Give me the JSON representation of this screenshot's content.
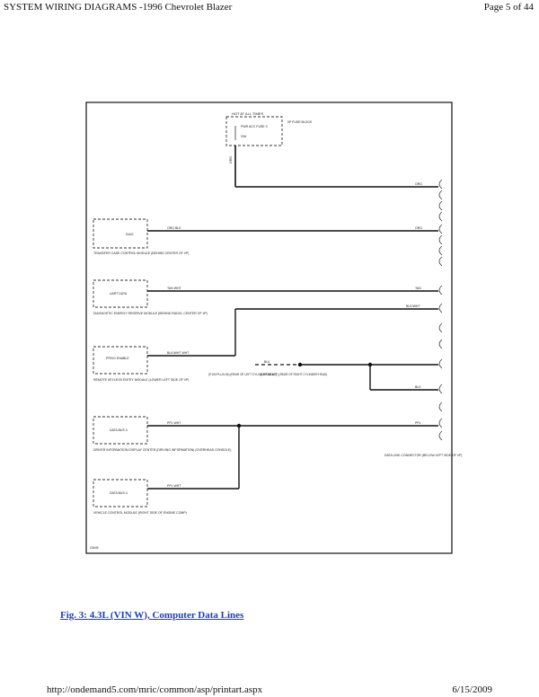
{
  "header": {
    "title": "SYSTEM WIRING DIAGRAMS -1996 Chevrolet Blazer",
    "page": "Page 5 of 44"
  },
  "diagram": {
    "hot": "HOT AT ALL TIMES",
    "fuse_name": "PWR ACC FUSE 3",
    "fuse_amps": "20A",
    "fuse_block": "I/P FUSE BLOCK",
    "wire_hot_vert": "ORG",
    "wire_hot_right": "ORG",
    "mod1_label": "DIAG",
    "mod1_wire": "ORG BLK",
    "mod1_wire_right": "ORG",
    "mod1_name": "TRANSFER CASE CONTROL MODULE (BEHIND CENTER OF I/P)",
    "mod2_label": "UART DATA",
    "mod2_wire": "TAN WHT",
    "mod2_wire_right": "TAN",
    "mod2_name": "DIAGNOSTIC ENERGY RESERVE MODULE (BEHIND RADIO, CENTER OF I/P)",
    "mod3_label": "PRIVG ENABLE",
    "mod3_wire": "BLK/WHT WHT",
    "mod3_wire_right": "BLK/WHT",
    "mod3_wire_mid": "BLK",
    "mod3_name": "REMOTE KEYLESS ENTRY MODULE (LOWER LEFT SIDE OF I/P)",
    "splice_a": "(P100 PLUG-IN) (REAR OF LEFT CYLINDER HEAD)",
    "splice_b": "(LH OUTLET) (REAR OF RIGHT CYLINDER HEAD)",
    "wire_blk_low": "BLK",
    "mod4_label": "DATA BUS 4",
    "mod4_wire": "PPL WHT",
    "mod4_wire_right": "PPL",
    "mod4_name": "DRIVER INFORMATION DISPLAY CENTER (DRIVING INFORMATION) (OVERHEAD CONSOLE)",
    "mod5_label": "DATA BUS 4",
    "mod5_wire": "PPL WHT",
    "mod5_name": "VEHICLE CONTROL MODULE (RIGHT SIDE OF ENGINE COMP)",
    "dlc_name": "DATA LINK CONNECTOR (BELOW LEFT SIDE OF I/P)",
    "corner_code": "G3645"
  },
  "caption": "Fig. 3: 4.3L (VIN W), Computer Data Lines",
  "footer": {
    "url": "http://ondemand5.com/mric/common/asp/printart.aspx",
    "date": "6/15/2009"
  }
}
